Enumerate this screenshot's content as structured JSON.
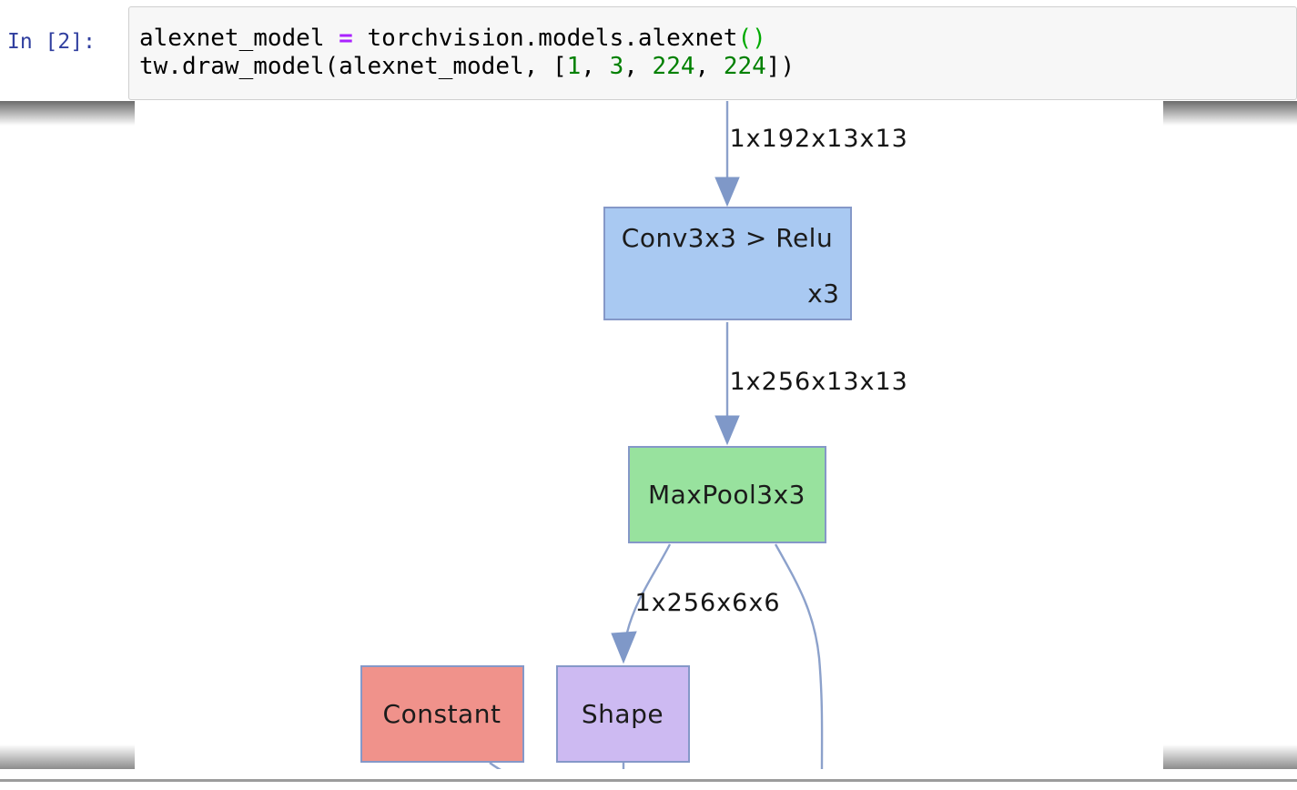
{
  "page": {
    "background": "#ffffff"
  },
  "cell": {
    "prompt": "In [2]:",
    "prompt_color": "#303F9F",
    "code": {
      "line1": {
        "s0": "alexnet_model ",
        "s1": "=",
        "s2": " torchvision.models.alexnet",
        "s3": "()"
      },
      "line2": {
        "s0": "tw.draw_model(alexnet_model, [",
        "s1": "1",
        "s2": ", ",
        "s3": "3",
        "s4": ", ",
        "s5": "224",
        "s6": ", ",
        "s7": "224",
        "s8": "])"
      }
    },
    "syntax_colors": {
      "operator": "#AA22FF",
      "number": "#008000",
      "matching_bracket": "#00AA00"
    }
  },
  "output": {
    "type": "model-graph",
    "nodes": {
      "conv": {
        "label": "Conv3x3 > Relu",
        "badge": "x3",
        "fill": "#A9C9F2"
      },
      "maxpool": {
        "label": "MaxPool3x3",
        "fill": "#98E29E"
      },
      "constant": {
        "label": "Constant",
        "fill": "#F0928B"
      },
      "shape": {
        "label": "Shape",
        "fill": "#CDBAF2"
      }
    },
    "edges": {
      "e1_label": "1x192x13x13",
      "e2_label": "1x256x13x13",
      "e3_label": "1x256x6x6"
    },
    "colors": {
      "edge": "#8CA1CB",
      "arrow": "#7F98C8",
      "node_border": "#8598C8",
      "node_text": "#1b1b1b",
      "label_text": "#151515"
    }
  }
}
